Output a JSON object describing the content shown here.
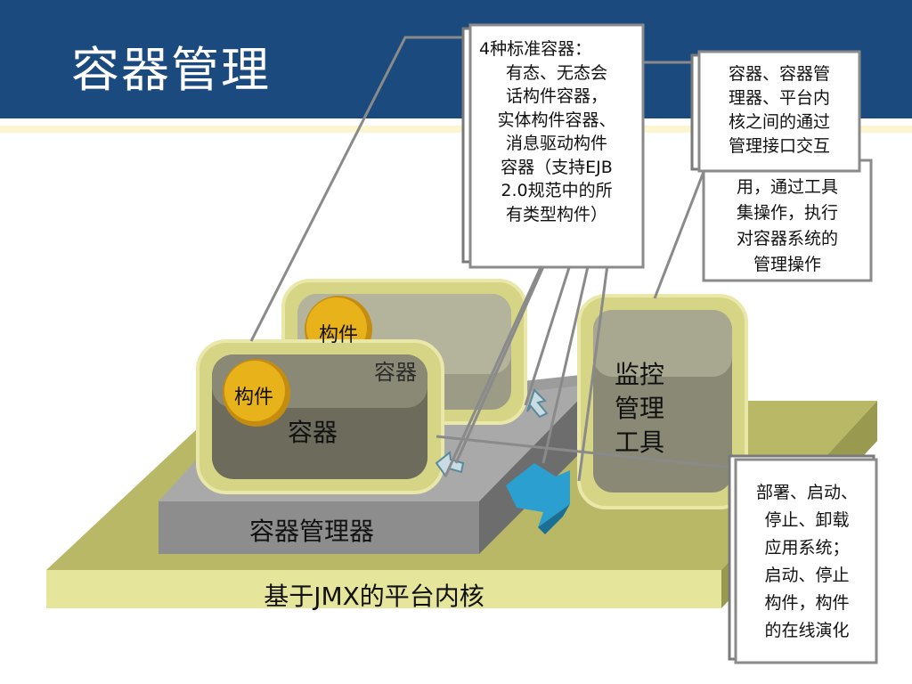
{
  "title": "容器管理",
  "colors": {
    "header": "#1b4a7e",
    "platform": "#b9b867",
    "manager": "#8a8a8a",
    "container_border": "#d9d88c",
    "component": "#e8b21a",
    "arrow": "#2a9fd0"
  },
  "labels": {
    "component_back": "构件",
    "container_back": "容器",
    "component_front": "构件",
    "container_front": "容器",
    "manager": "容器管理器",
    "platform": "基于JMX的平台内核",
    "monitor": [
      "监控",
      "管理",
      "工具"
    ]
  },
  "callouts": {
    "containers": [
      "4种标准容器：",
      "有态、无态会",
      "话构件容器，",
      "实体构件容器、",
      "消息驱动构件",
      "容器（支持EJB",
      "2.0规范中的所",
      "有类型构件）"
    ],
    "interaction_top": [
      "容器、容器管",
      "理器、平台内",
      "核之间的通过",
      "管理接口交互"
    ],
    "interaction_bottom": [
      "用，通过工具",
      "集操作，执行",
      "对容器系统的",
      "管理操作"
    ],
    "deploy": [
      "部署、启动、",
      "停止、卸载",
      "应用系统；",
      "启动、停止",
      "构件，构件",
      "的在线演化"
    ]
  }
}
